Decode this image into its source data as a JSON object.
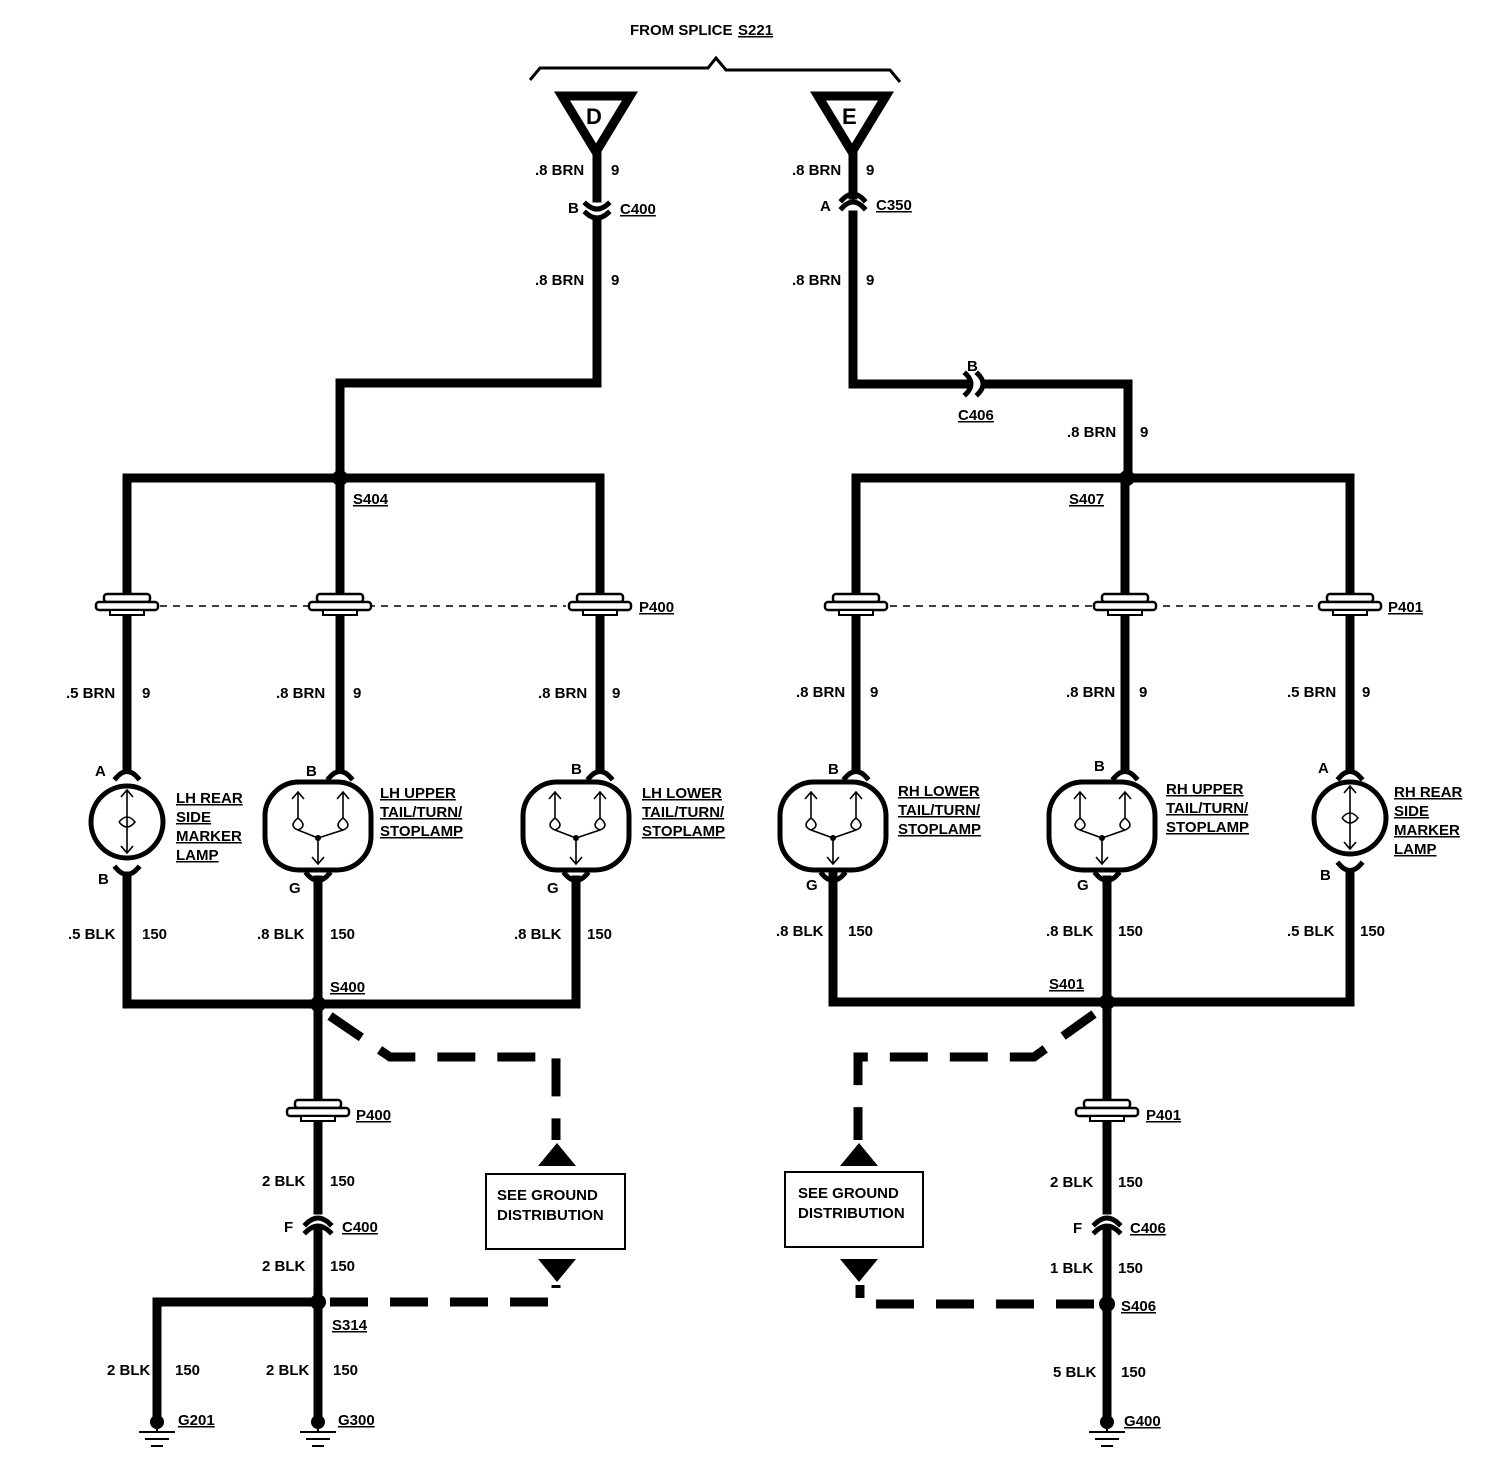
{
  "header": {
    "from_splice_text": "FROM SPLICE",
    "from_splice_ref": "S221"
  },
  "terminals": [
    {
      "letter": "D"
    },
    {
      "letter": "E"
    }
  ],
  "wires": {
    "d_top": {
      "gauge": ".8 BRN",
      "circuit": "9"
    },
    "d_mid": {
      "gauge": ".8 BRN",
      "circuit": "9"
    },
    "e_top": {
      "gauge": ".8 BRN",
      "circuit": "9"
    },
    "e_mid": {
      "gauge": ".8 BRN",
      "circuit": "9"
    },
    "e_after_c406": {
      "gauge": ".8 BRN",
      "circuit": "9"
    },
    "lh_marker_feed": {
      "gauge": ".5 BRN",
      "circuit": "9"
    },
    "lh_upper_feed": {
      "gauge": ".8 BRN",
      "circuit": "9"
    },
    "lh_lower_feed": {
      "gauge": ".8 BRN",
      "circuit": "9"
    },
    "rh_lower_feed": {
      "gauge": ".8 BRN",
      "circuit": "9"
    },
    "rh_upper_feed": {
      "gauge": ".8 BRN",
      "circuit": "9"
    },
    "rh_marker_feed": {
      "gauge": ".5 BRN",
      "circuit": "9"
    },
    "lh_marker_gnd": {
      "gauge": ".5 BLK",
      "circuit": "150"
    },
    "lh_upper_gnd": {
      "gauge": ".8 BLK",
      "circuit": "150"
    },
    "lh_lower_gnd": {
      "gauge": ".8 BLK",
      "circuit": "150"
    },
    "rh_lower_gnd": {
      "gauge": ".8 BLK",
      "circuit": "150"
    },
    "rh_upper_gnd": {
      "gauge": ".8 BLK",
      "circuit": "150"
    },
    "rh_marker_gnd": {
      "gauge": ".5 BLK",
      "circuit": "150"
    },
    "lh_gnd_after_p400": {
      "gauge": "2 BLK",
      "circuit": "150"
    },
    "lh_gnd_after_c400": {
      "gauge": "2 BLK",
      "circuit": "150"
    },
    "lh_g201": {
      "gauge": "2 BLK",
      "circuit": "150"
    },
    "lh_g300": {
      "gauge": "2 BLK",
      "circuit": "150"
    },
    "rh_gnd_after_p401": {
      "gauge": "2 BLK",
      "circuit": "150"
    },
    "rh_gnd_after_c406": {
      "gauge": "1 BLK",
      "circuit": "150"
    },
    "rh_g400": {
      "gauge": "5 BLK",
      "circuit": "150"
    }
  },
  "connectors": {
    "c400_top": {
      "ref": "C400",
      "pin": "B"
    },
    "c350": {
      "ref": "C350",
      "pin": "A"
    },
    "c406_top": {
      "ref": "C406",
      "pin": "B"
    },
    "c400_bottom": {
      "ref": "C400",
      "pin": "F"
    },
    "c406_bottom": {
      "ref": "C406",
      "pin": "F"
    },
    "p400_top": {
      "ref": "P400"
    },
    "p401_top": {
      "ref": "P401"
    },
    "p400_bottom": {
      "ref": "P400"
    },
    "p401_bottom": {
      "ref": "P401"
    }
  },
  "splices": {
    "s404": "S404",
    "s407": "S407",
    "s400": "S400",
    "s401": "S401",
    "s314": "S314",
    "s406": "S406"
  },
  "grounds": {
    "g201": "G201",
    "g300": "G300",
    "g400": "G400"
  },
  "lamps": [
    {
      "id": "lh_marker",
      "lines": [
        "LH REAR",
        "SIDE",
        "MARKER",
        "LAMP"
      ],
      "pin_top": "A",
      "pin_bottom": "B"
    },
    {
      "id": "lh_upper",
      "lines": [
        "LH UPPER",
        "TAIL/TURN/",
        "STOPLAMP"
      ],
      "pin_top": "B",
      "pin_bottom": "G"
    },
    {
      "id": "lh_lower",
      "lines": [
        "LH LOWER",
        "TAIL/TURN/",
        "STOPLAMP"
      ],
      "pin_top": "B",
      "pin_bottom": "G"
    },
    {
      "id": "rh_lower",
      "lines": [
        "RH LOWER",
        "TAIL/TURN/",
        "STOPLAMP"
      ],
      "pin_top": "B",
      "pin_bottom": "G"
    },
    {
      "id": "rh_upper",
      "lines": [
        "RH UPPER",
        "TAIL/TURN/",
        "STOPLAMP"
      ],
      "pin_top": "B",
      "pin_bottom": "G"
    },
    {
      "id": "rh_marker",
      "lines": [
        "RH REAR",
        "SIDE",
        "MARKER",
        "LAMP"
      ],
      "pin_top": "A",
      "pin_bottom": "B"
    }
  ],
  "ground_distribution_boxes": [
    {
      "lines": [
        "SEE GROUND",
        "DISTRIBUTION"
      ]
    },
    {
      "lines": [
        "SEE GROUND",
        "DISTRIBUTION"
      ]
    }
  ]
}
